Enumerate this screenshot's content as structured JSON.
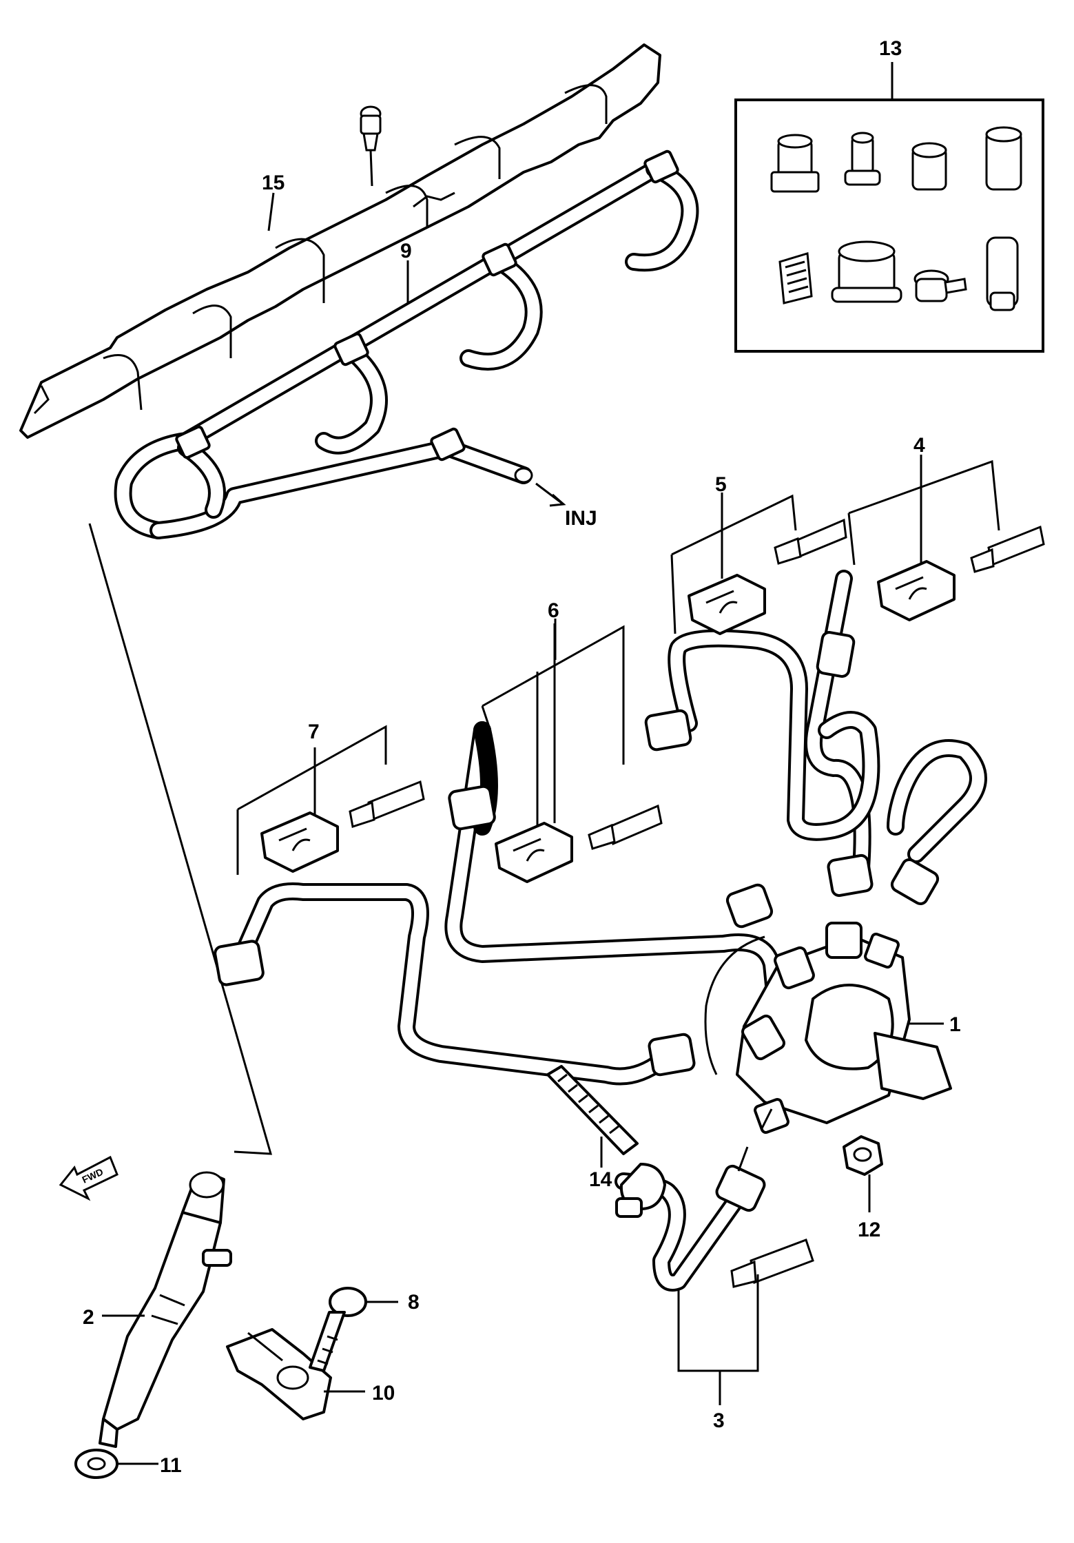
{
  "callouts": {
    "c1": "1",
    "c2": "2",
    "c3": "3",
    "c4": "4",
    "c5": "5",
    "c6": "6",
    "c7": "7",
    "c8": "8",
    "c9": "9",
    "c10": "10",
    "c11": "11",
    "c12": "12",
    "c13": "13",
    "c14": "14",
    "c15": "15"
  },
  "direction_label": "INJ",
  "fwd_arrow_text": "FWD"
}
